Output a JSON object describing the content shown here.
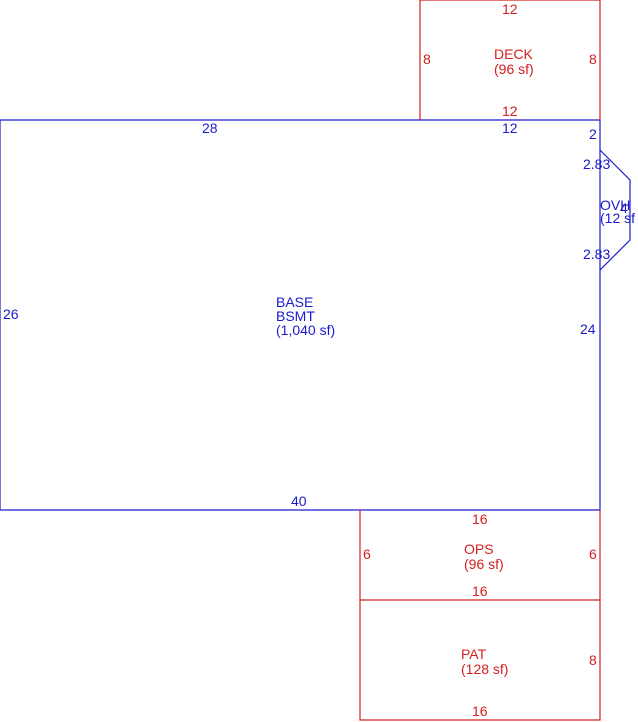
{
  "colors": {
    "main_structure": "#1a1acc",
    "additions": "#d42020"
  },
  "areas": {
    "base": {
      "label_line1": "BASE",
      "label_line2": "BSMT",
      "label_line3": "(1,040 sf)",
      "dim_top": "28",
      "dim_top_right": "12",
      "dim_left": "26",
      "dim_right": "24",
      "dim_bottom": "40",
      "dim_right_top": "2"
    },
    "ovh": {
      "label_line1": "OVH",
      "label_line2": "(12 sf",
      "dim_upper": "2.83",
      "dim_lower": "2.83",
      "dim_side": "4"
    },
    "deck": {
      "label_line1": "DECK",
      "label_line2": "(96 sf)",
      "dim_top": "12",
      "dim_bottom": "12",
      "dim_left": "8",
      "dim_right": "8"
    },
    "ops": {
      "label_line1": "OPS",
      "label_line2": "(96 sf)",
      "dim_top": "16",
      "dim_bottom": "16",
      "dim_left": "6",
      "dim_right": "6"
    },
    "pat": {
      "label_line1": "PAT",
      "label_line2": "(128 sf)",
      "dim_right": "8",
      "dim_bottom": "16"
    }
  }
}
